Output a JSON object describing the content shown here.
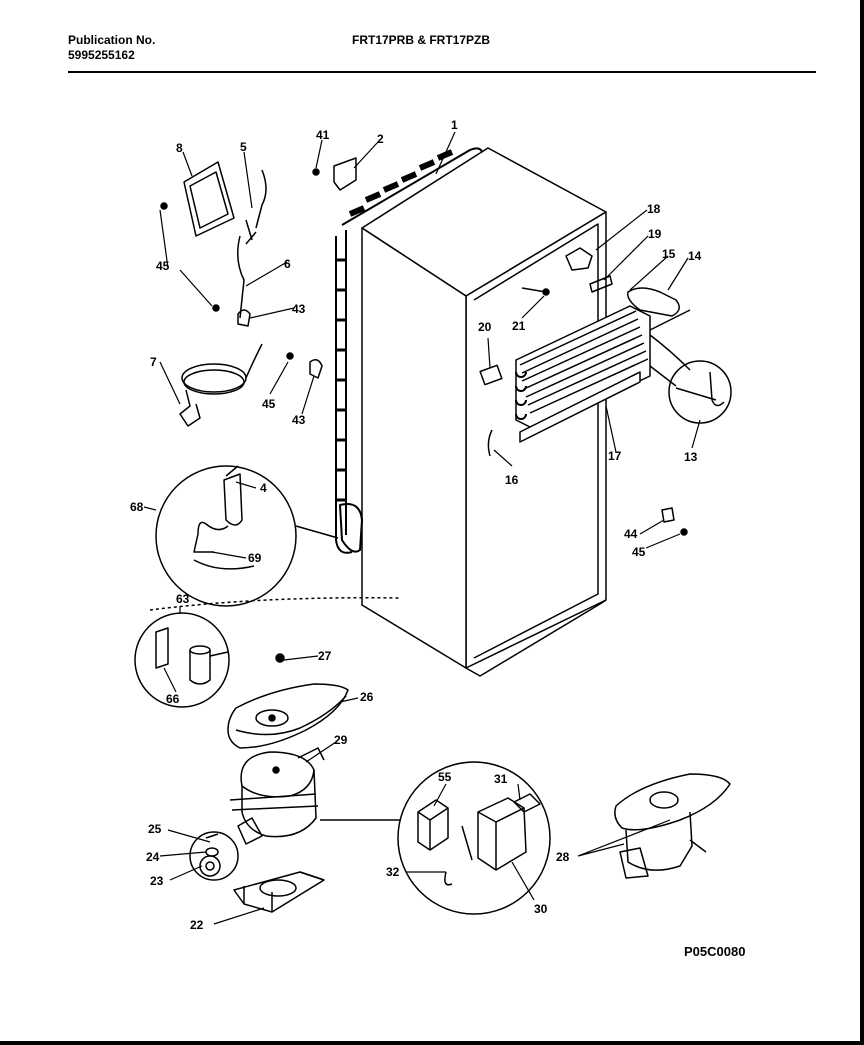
{
  "header": {
    "publication_label": "Publication No.",
    "publication_number": "5995255162",
    "model": "FRT17PRB & FRT17PZB"
  },
  "diagram_code": "P05C0080",
  "callouts": {
    "c1": "1",
    "c2": "2",
    "c4": "4",
    "c5": "5",
    "c6": "6",
    "c7": "7",
    "c8": "8",
    "c13": "13",
    "c14": "14",
    "c15": "15",
    "c16": "16",
    "c17": "17",
    "c18": "18",
    "c19": "19",
    "c20": "20",
    "c21": "21",
    "c22": "22",
    "c23": "23",
    "c24": "24",
    "c25": "25",
    "c26": "26",
    "c27": "27",
    "c28": "28",
    "c29": "29",
    "c30": "30",
    "c31": "31",
    "c32": "32",
    "c41": "41",
    "c43a": "43",
    "c43b": "43",
    "c44": "44",
    "c45a": "45",
    "c45b": "45",
    "c45c": "45",
    "c55": "55",
    "c63": "63",
    "c66": "66",
    "c68": "68",
    "c69": "69"
  }
}
